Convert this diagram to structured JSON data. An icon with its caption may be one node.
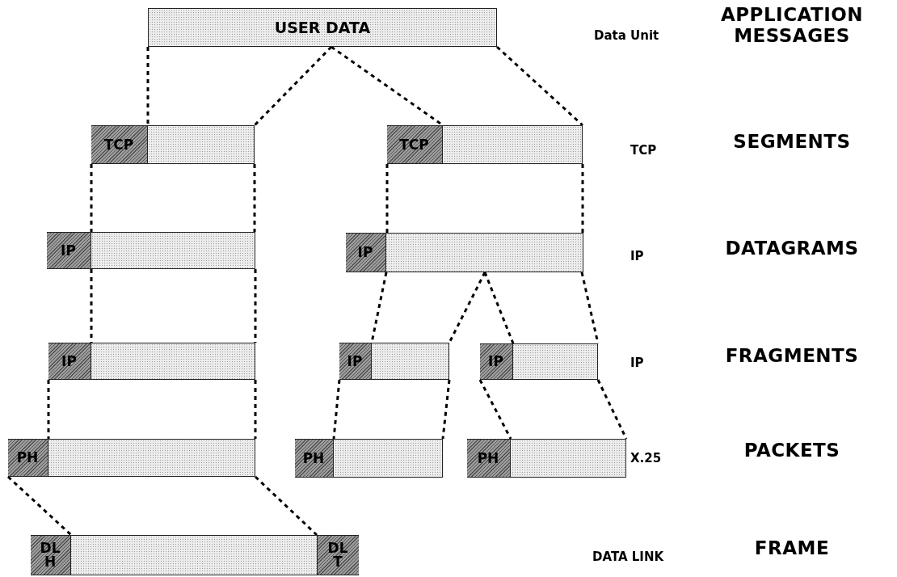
{
  "diagram": {
    "nodes": [
      {
        "text": [
          "USER DATA"
        ]
      },
      {
        "text": [],
        "shape": "bar"
      },
      {
        "text": [
          "TCP"
        ],
        "in": 1
      },
      {
        "text": [],
        "shape": "bar"
      },
      {
        "text": [
          "TCP"
        ],
        "in": 3
      },
      {
        "text": [],
        "shape": "bar"
      },
      {
        "text": [
          "IP"
        ],
        "in": 5
      },
      {
        "text": [],
        "shape": "bar"
      },
      {
        "text": [
          "IP"
        ],
        "in": 7
      },
      {
        "text": [],
        "shape": "bar"
      },
      {
        "text": [
          "IP"
        ],
        "in": 9
      },
      {
        "text": [],
        "shape": "bar"
      },
      {
        "text": [
          "IP"
        ],
        "in": 11
      },
      {
        "text": [],
        "shape": "bar"
      },
      {
        "text": [
          "IP"
        ],
        "in": 13
      },
      {
        "text": [],
        "shape": "bar"
      },
      {
        "text": [
          "PH"
        ],
        "in": 15
      },
      {
        "text": [],
        "shape": "bar"
      },
      {
        "text": [
          "PH"
        ],
        "in": 17
      },
      {
        "text": [],
        "shape": "bar"
      },
      {
        "text": [
          "PH"
        ],
        "in": 19
      },
      {
        "text": [],
        "shape": "bar"
      },
      {
        "text": [
          "DL H"
        ],
        "in": 21
      },
      {
        "text": [
          "DL T"
        ],
        "in": 21
      }
    ],
    "edges": [
      {
        "from": 0,
        "to": 1,
        "arrow": "none",
        "style": "dashed"
      },
      {
        "from": 0,
        "to": 1,
        "arrow": "none",
        "style": "dashed"
      },
      {
        "from": 0,
        "to": 3,
        "arrow": "none",
        "style": "dashed"
      },
      {
        "from": 0,
        "to": 3,
        "arrow": "none",
        "style": "dashed"
      },
      {
        "from": 1,
        "to": 5,
        "arrow": "none",
        "style": "dashed"
      },
      {
        "from": 1,
        "to": 5,
        "arrow": "none",
        "style": "dashed"
      },
      {
        "from": 3,
        "to": 7,
        "arrow": "none",
        "style": "dashed"
      },
      {
        "from": 3,
        "to": 7,
        "arrow": "none",
        "style": "dashed"
      },
      {
        "from": 5,
        "to": 9,
        "arrow": "none",
        "style": "dashed"
      },
      {
        "from": 5,
        "to": 9,
        "arrow": "none",
        "style": "dashed"
      },
      {
        "from": 7,
        "to": 11,
        "arrow": "none",
        "style": "dashed"
      },
      {
        "from": 7,
        "to": 11,
        "arrow": "none",
        "style": "dashed"
      },
      {
        "from": 7,
        "to": 13,
        "arrow": "none",
        "style": "dashed"
      },
      {
        "from": 7,
        "to": 13,
        "arrow": "none",
        "style": "dashed"
      },
      {
        "from": 9,
        "to": 15,
        "arrow": "none",
        "style": "dashed"
      },
      {
        "from": 9,
        "to": 15,
        "arrow": "none",
        "style": "dashed"
      },
      {
        "from": 11,
        "to": 17,
        "arrow": "none",
        "style": "dashed"
      },
      {
        "from": 11,
        "to": 17,
        "arrow": "none",
        "style": "dashed"
      },
      {
        "from": 13,
        "to": 19,
        "arrow": "none",
        "style": "dashed"
      },
      {
        "from": 13,
        "to": 19,
        "arrow": "none",
        "style": "dashed"
      },
      {
        "from": 15,
        "to": 21,
        "arrow": "none",
        "style": "dashed"
      },
      {
        "from": 15,
        "to": 21,
        "arrow": "none",
        "style": "dashed"
      }
    ],
    "labels": [
      "Data Unit",
      "APPLICATION MESSAGES",
      "TCP",
      "SEGMENTS",
      "IP",
      "DATAGRAMS",
      "IP",
      "FRAGMENTS",
      "X.25",
      "PACKETS",
      "DATA LINK",
      "FRAME"
    ]
  }
}
